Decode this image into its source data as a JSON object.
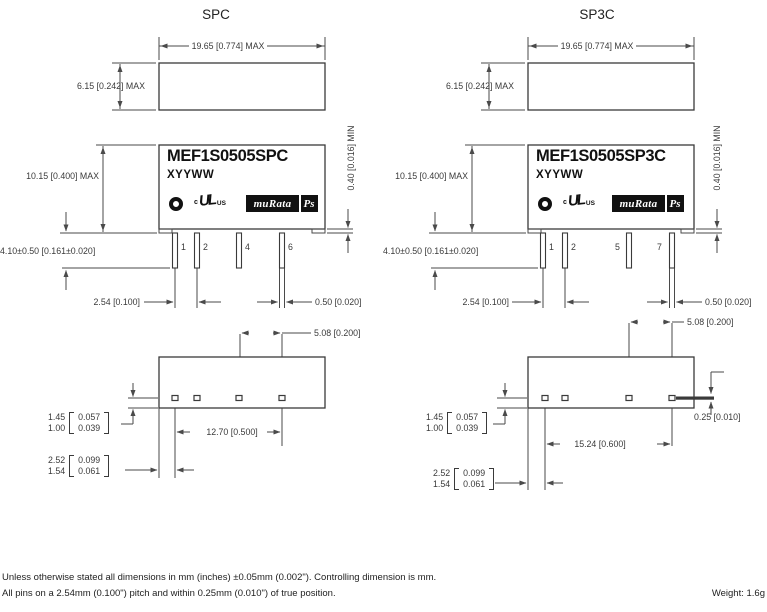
{
  "footer": {
    "note1": "Unless otherwise stated all dimensions in mm (inches) ±0.05mm (0.002\"). Controlling dimension is mm.",
    "note2": "All pins on a 2.54mm (0.100\") pitch and within 0.25mm (0.010\") of true position.",
    "weight": "Weight: 1.6g"
  },
  "logos": {
    "ul_prefix": "c",
    "ul_mark": "UL",
    "ul_suffix": "US",
    "murata": "muRata",
    "ps": "Ps"
  },
  "spc": {
    "title": "SPC",
    "part_number": "MEF1S0505SPC",
    "date_code": "XYYWW",
    "pins": [
      "1",
      "2",
      "4",
      "6"
    ],
    "dim_width": "19.65 [0.774] MAX",
    "dim_depth": "6.15 [0.242] MAX",
    "dim_height": "10.15 [0.400] MAX",
    "dim_pin_length": "4.10±0.50 [0.161±0.020]",
    "dim_standoff": "0.40 [0.016] MIN",
    "dim_pitch": "2.54 [0.100]",
    "dim_pin_width": "0.50 [0.020]",
    "dim_span_inner": "5.08 [0.200]",
    "dim_span_outer": "12.70 [0.500]",
    "pad_edge": {
      "mm1": "1.45",
      "mm2": "1.00",
      "in1": "0.057",
      "in2": "0.039"
    },
    "pad_end": {
      "mm1": "2.52",
      "mm2": "1.54",
      "in1": "0.099",
      "in2": "0.061"
    }
  },
  "sp3c": {
    "title": "SP3C",
    "part_number": "MEF1S0505SP3C",
    "date_code": "XYYWW",
    "pins": [
      "1",
      "2",
      "5",
      "7"
    ],
    "dim_width": "19.65 [0.774] MAX",
    "dim_depth": "6.15 [0.242] MAX",
    "dim_height": "10.15 [0.400] MAX",
    "dim_pin_length": "4.10±0.50 [0.161±0.020]",
    "dim_standoff": "0.40 [0.016] MIN",
    "dim_pitch": "2.54 [0.100]",
    "dim_pin_width": "0.50 [0.020]",
    "dim_span_inner": "5.08 [0.200]",
    "dim_span_outer": "15.24 [0.600]",
    "dim_pad_offset": "0.25 [0.010]",
    "pad_edge": {
      "mm1": "1.45",
      "mm2": "1.00",
      "in1": "0.057",
      "in2": "0.039"
    },
    "pad_end": {
      "mm1": "2.52",
      "mm2": "1.54",
      "in1": "0.099",
      "in2": "0.061"
    }
  }
}
